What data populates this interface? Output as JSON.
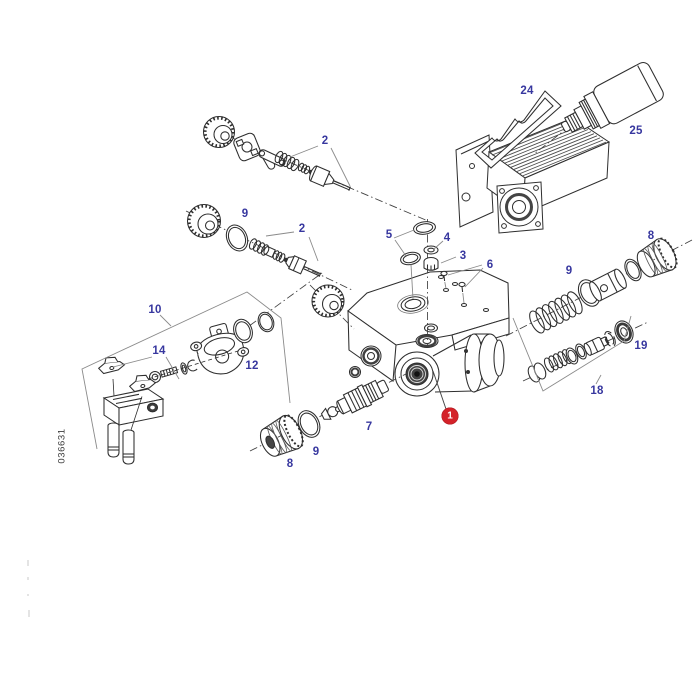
{
  "diagram": {
    "code": "036631",
    "highlighted_part": "1",
    "colors": {
      "label": "#37379f",
      "highlight_bg": "#d42229",
      "highlight_text": "#ffffff",
      "line": "#2e2e2e"
    },
    "callouts": {
      "c2_top": "2",
      "c9_mid": "9",
      "c2_mid": "2",
      "c10": "10",
      "c14": "14",
      "c12": "12",
      "c5": "5",
      "c4": "4",
      "c3": "3",
      "c6": "6",
      "c24": "24",
      "c25": "25",
      "c9_right": "9",
      "c8_right": "8",
      "c19": "19",
      "c18": "18",
      "c7": "7",
      "c9_bottom": "9",
      "c8_bottom": "8"
    }
  }
}
